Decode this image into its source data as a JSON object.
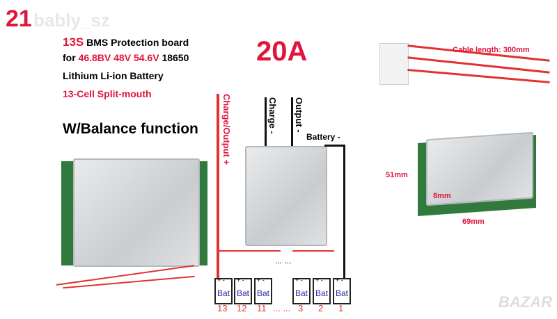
{
  "badge": "21",
  "watermark": "bably_sz",
  "title": {
    "count": "13S",
    "rest1": "BMS Protection board",
    "for": "for",
    "voltages": "46.8BV 48V 54.6V",
    "cell": "18650",
    "line3": "Lithium Li-ion Battery",
    "line4": "13-Cell Split-mouth"
  },
  "balance": "W/Balance function",
  "current": "20A",
  "diagram": {
    "charge_output_plus": "Charge/Output +",
    "charge_minus": "Charge -",
    "output_minus": "Output -",
    "battery_minus": "Battery -",
    "bat_label": "Bat",
    "dots": "... ...",
    "numbers": [
      "13",
      "12",
      "11",
      "... ...",
      "3",
      "2",
      "1"
    ]
  },
  "dimensions": {
    "cable": "Cable length: 300mm",
    "height": "51mm",
    "thickness": "8mm",
    "width": "69mm"
  },
  "logo": "BAZAR"
}
